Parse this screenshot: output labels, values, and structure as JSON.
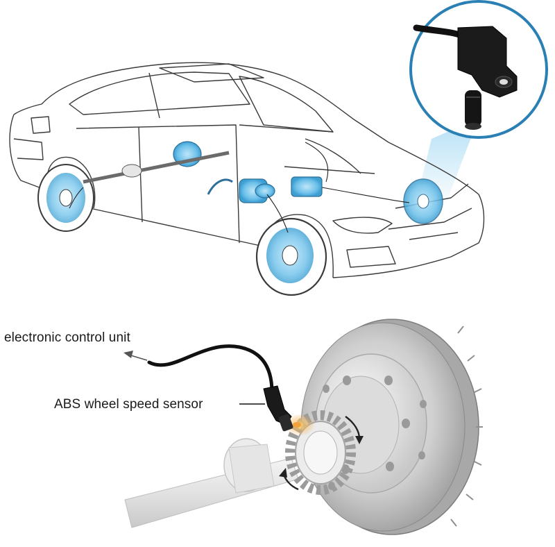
{
  "labels": {
    "ecu": "electronic control unit",
    "sensor": "ABS wheel speed sensor"
  },
  "colors": {
    "highlight_blue": "#6cc0ea",
    "callout_ring": "#2a7fb5",
    "line_art": "#3a3a3a",
    "rotor_gray": "#b9b9b9",
    "sensor_orange": "#f2a23a",
    "wire_black": "#111111"
  },
  "icons": {
    "callout": "sensor-part-photo",
    "car": "car-cutaway-drawing",
    "rotor": "brake-rotor-drawing"
  }
}
